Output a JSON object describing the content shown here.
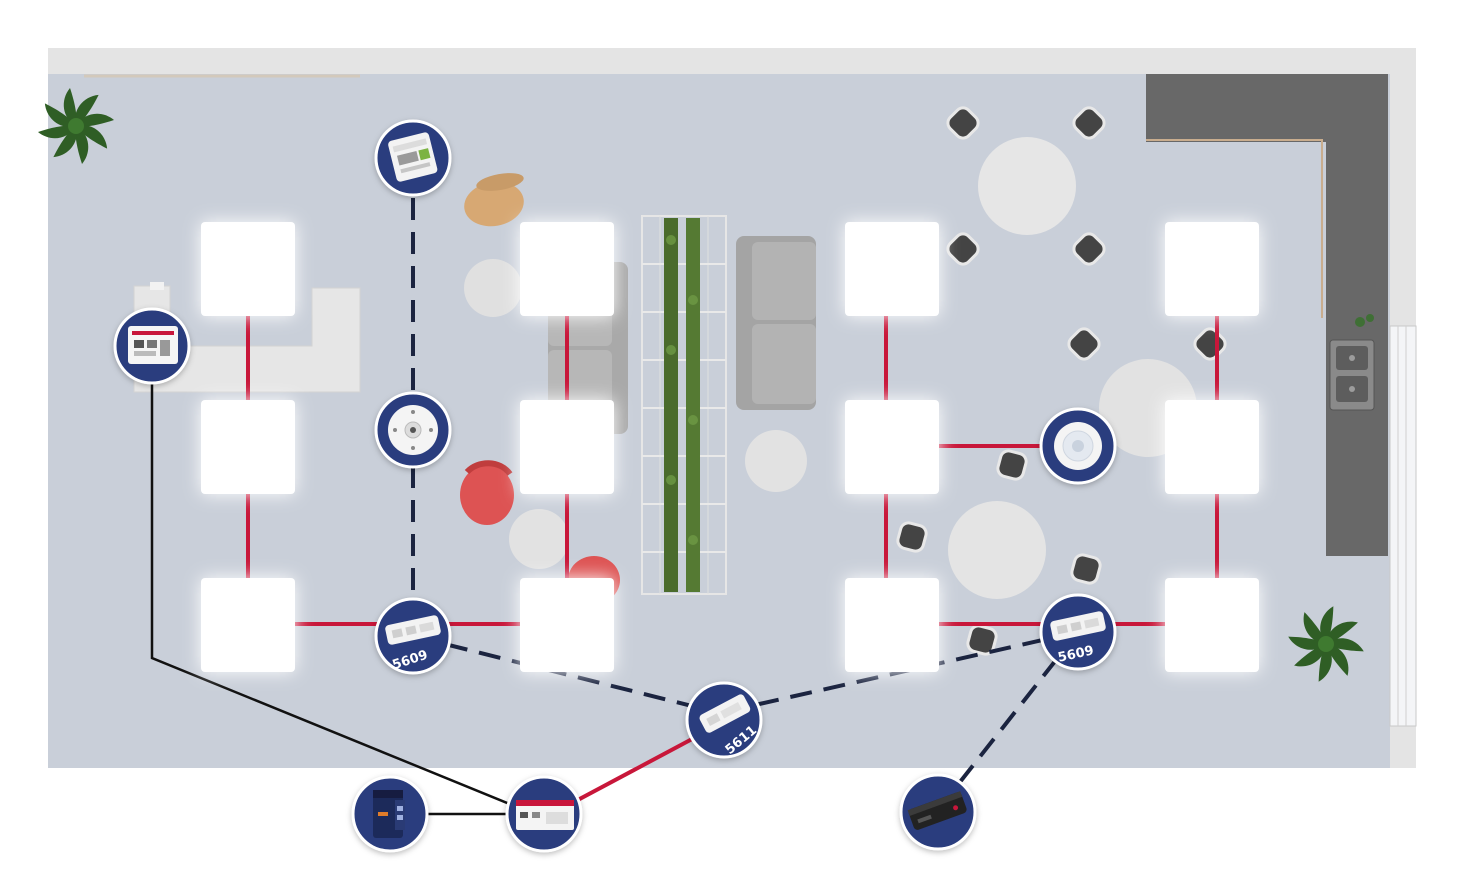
{
  "diagram": {
    "colors": {
      "floor": "#c8ced9",
      "wall": "#e2e2e2",
      "counter": "#676767",
      "bus_line": "#c8173a",
      "link_dashed": "#1b2440",
      "link_solid": "#111111",
      "device_badge": "#2c3e7e",
      "light_panel": "#ffffff",
      "plant": "#2e5d24"
    },
    "device_labels": {
      "controller_left": "5609",
      "controller_right": "5609",
      "hub_center": "5611"
    },
    "devices": [
      {
        "name": "air-quality-sensor",
        "icon": "air-quality-display-icon"
      },
      {
        "name": "wall-touch-panel",
        "icon": "touch-panel-icon"
      },
      {
        "name": "ceiling-presence-sensor-left",
        "icon": "ceiling-sensor-icon"
      },
      {
        "name": "ceiling-presence-sensor-right",
        "icon": "ceiling-sensor-icon"
      },
      {
        "name": "lighting-controller-left",
        "icon": "controller-module-icon"
      },
      {
        "name": "lighting-controller-right",
        "icon": "controller-module-icon"
      },
      {
        "name": "wireless-hub",
        "icon": "hub-module-icon"
      },
      {
        "name": "network-gateway",
        "icon": "gateway-device-icon"
      },
      {
        "name": "din-rail-controller",
        "icon": "din-rail-module-icon"
      },
      {
        "name": "edge-computer",
        "icon": "mini-pc-icon"
      }
    ]
  }
}
